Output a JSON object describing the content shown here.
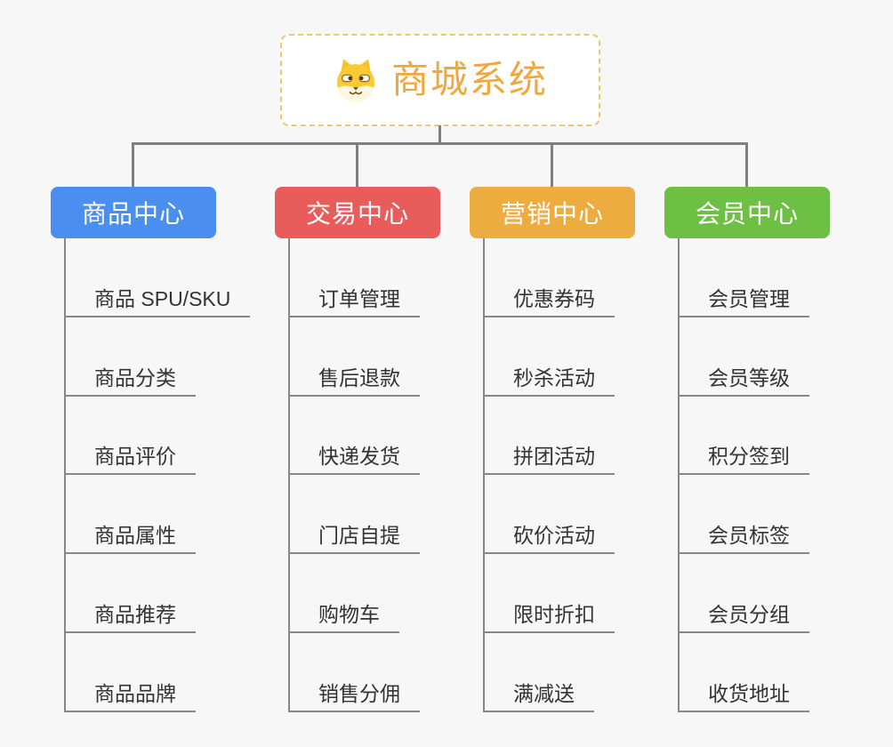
{
  "canvas": {
    "background_color": "#f7f7f7",
    "connector_color": "#7f7f7f"
  },
  "root": {
    "title": "商城系统",
    "icon": "doge-face-icon",
    "text_color": "#f0a83e",
    "border_color": "#f6c46d",
    "background": "#ffffff"
  },
  "branches": [
    {
      "id": "product-center",
      "label": "商品中心",
      "color": "#4a8ff0",
      "items": [
        "商品 SPU/SKU",
        "商品分类",
        "商品评价",
        "商品属性",
        "商品推荐",
        "商品品牌"
      ]
    },
    {
      "id": "trade-center",
      "label": "交易中心",
      "color": "#e95c5c",
      "items": [
        "订单管理",
        "售后退款",
        "快递发货",
        "门店自提",
        "购物车",
        "销售分佣"
      ]
    },
    {
      "id": "marketing-center",
      "label": "营销中心",
      "color": "#ecac3f",
      "items": [
        "优惠券码",
        "秒杀活动",
        "拼团活动",
        "砍价活动",
        "限时折扣",
        "满减送"
      ]
    },
    {
      "id": "member-center",
      "label": "会员中心",
      "color": "#6ec045",
      "items": [
        "会员管理",
        "会员等级",
        "积分签到",
        "会员标签",
        "会员分组",
        "收货地址"
      ]
    }
  ]
}
